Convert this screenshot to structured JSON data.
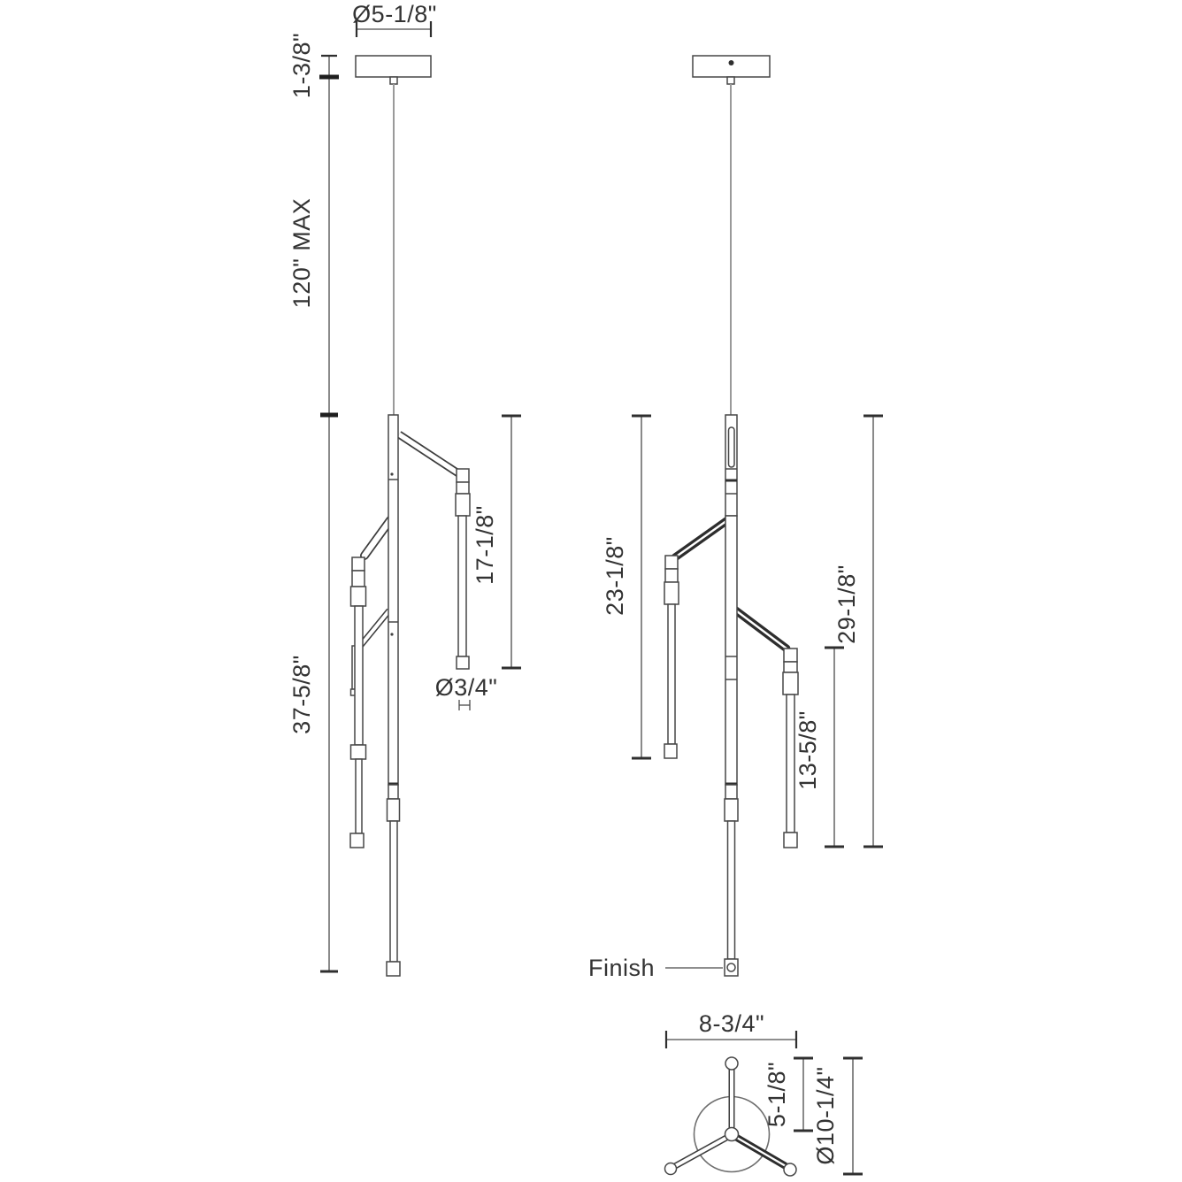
{
  "front": {
    "canopy_diameter": "Ø5-1/8\"",
    "canopy_height": "1-3/8\"",
    "suspension_max": "120\" MAX",
    "fixture_height": "37-5/8\"",
    "tube_drop": "17-1/8\"",
    "tube_diameter": "Ø3/4\""
  },
  "side": {
    "upper_drop": "23-1/8\"",
    "overall_drop": "29-1/8\"",
    "lower_drop": "13-5/8\"",
    "finish_label": "Finish"
  },
  "plan": {
    "arm_spread": "8-3/4\"",
    "arm_radius": "5-1/8\"",
    "overall_diameter": "Ø10-1/4\""
  },
  "colors": {
    "line": "#474747",
    "cable": "#9a9a9a",
    "text": "#333333",
    "background": "#ffffff"
  }
}
